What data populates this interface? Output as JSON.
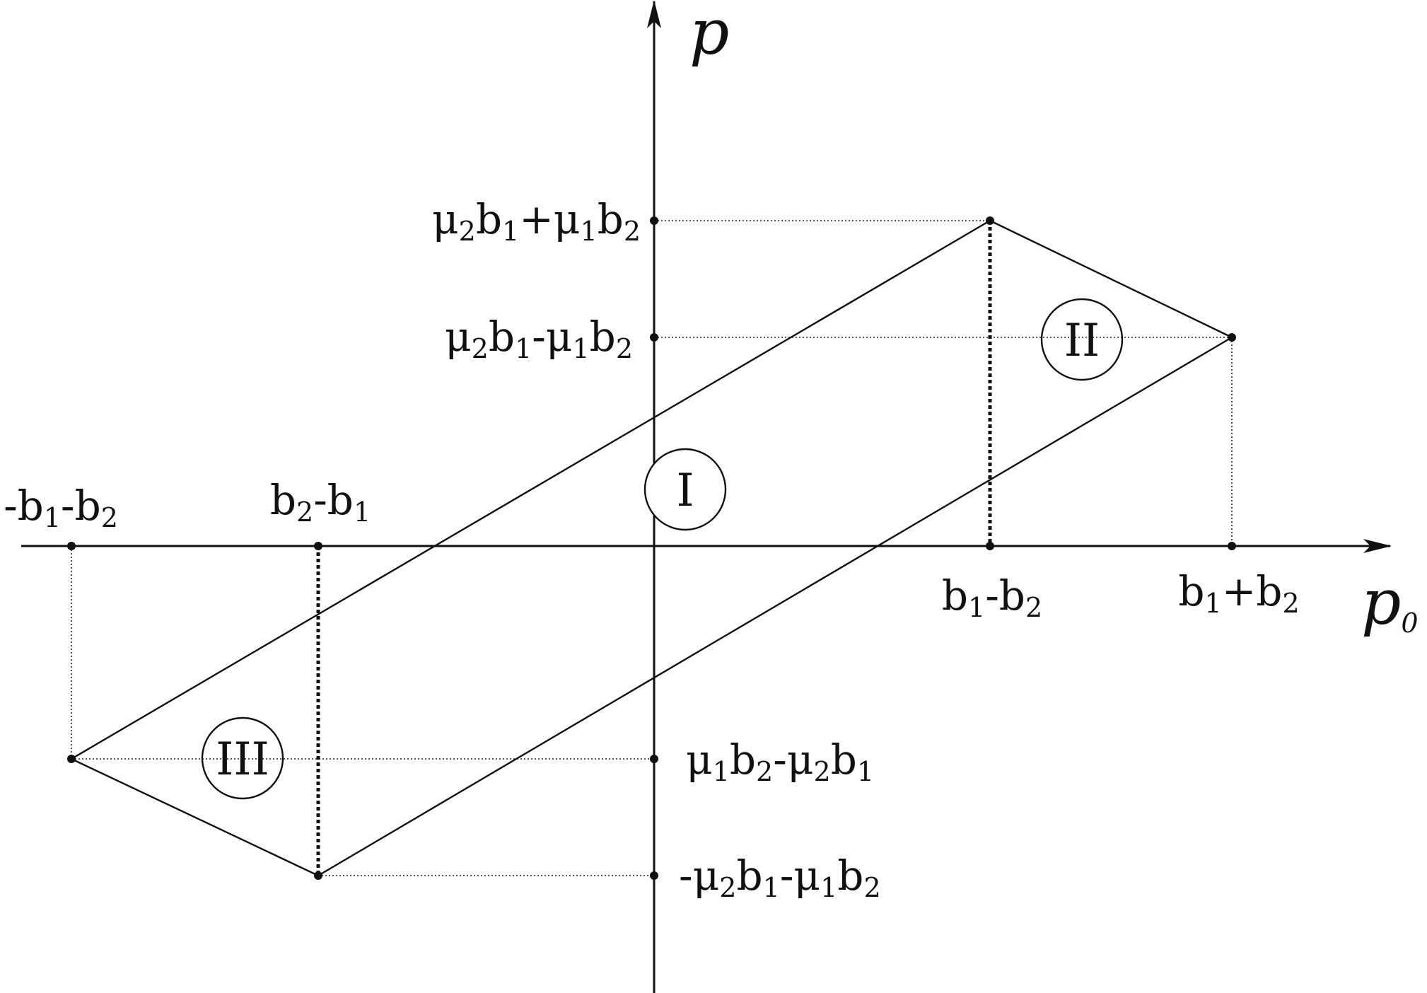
{
  "axes": {
    "horizontal_label": "p",
    "horizontal_label_sub": "0",
    "vertical_label": "p"
  },
  "horizontal_ticks": [
    {
      "parts": [
        {
          "t": "-b"
        },
        {
          "t": "1",
          "sub": true
        },
        {
          "t": "-b"
        },
        {
          "t": "2",
          "sub": true
        }
      ]
    },
    {
      "parts": [
        {
          "t": "b"
        },
        {
          "t": "2",
          "sub": true
        },
        {
          "t": "-b"
        },
        {
          "t": "1",
          "sub": true
        }
      ]
    },
    {
      "parts": [
        {
          "t": "b"
        },
        {
          "t": "1",
          "sub": true
        },
        {
          "t": "-b"
        },
        {
          "t": "2",
          "sub": true
        }
      ]
    },
    {
      "parts": [
        {
          "t": "b"
        },
        {
          "t": "1",
          "sub": true
        },
        {
          "t": "+b"
        },
        {
          "t": "2",
          "sub": true
        }
      ]
    }
  ],
  "vertical_ticks": [
    {
      "parts": [
        {
          "t": "μ"
        },
        {
          "t": "2",
          "sub": true
        },
        {
          "t": "b"
        },
        {
          "t": "1",
          "sub": true
        },
        {
          "t": "+μ"
        },
        {
          "t": "1",
          "sub": true
        },
        {
          "t": "b"
        },
        {
          "t": "2",
          "sub": true
        }
      ]
    },
    {
      "parts": [
        {
          "t": "μ"
        },
        {
          "t": "2",
          "sub": true
        },
        {
          "t": "b"
        },
        {
          "t": "1",
          "sub": true
        },
        {
          "t": "-μ"
        },
        {
          "t": "1",
          "sub": true
        },
        {
          "t": "b"
        },
        {
          "t": "2",
          "sub": true
        }
      ]
    },
    {
      "parts": [
        {
          "t": "μ"
        },
        {
          "t": "1",
          "sub": true
        },
        {
          "t": "b"
        },
        {
          "t": "2",
          "sub": true
        },
        {
          "t": "-μ"
        },
        {
          "t": "2",
          "sub": true
        },
        {
          "t": "b"
        },
        {
          "t": "1",
          "sub": true
        }
      ]
    },
    {
      "parts": [
        {
          "t": "-μ"
        },
        {
          "t": "2",
          "sub": true
        },
        {
          "t": "b"
        },
        {
          "t": "1",
          "sub": true
        },
        {
          "t": "-μ"
        },
        {
          "t": "1",
          "sub": true
        },
        {
          "t": "b"
        },
        {
          "t": "2",
          "sub": true
        }
      ]
    }
  ],
  "regions": [
    "I",
    "II",
    "III"
  ]
}
